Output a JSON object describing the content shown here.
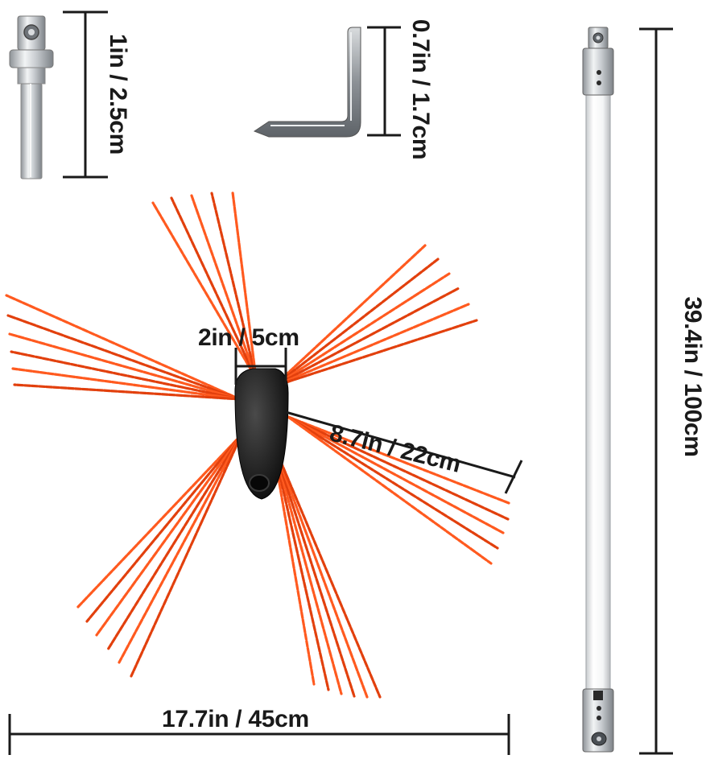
{
  "colors": {
    "bristle": "#ff5a1f",
    "bristle_dark": "#e2400d",
    "hub": "#1b1b1b",
    "line": "#1a1a1a",
    "metal": "#bfc3c7"
  },
  "dimensions": {
    "adapter_length": "1in / 2.5cm",
    "wrench_length": "0.7in / 1.7cm",
    "rod_length": "39.4in / 100cm",
    "hub_width": "2in / 5cm",
    "bristle_length": "8.7in / 22cm",
    "brush_diameter": "17.7in / 45cm"
  }
}
